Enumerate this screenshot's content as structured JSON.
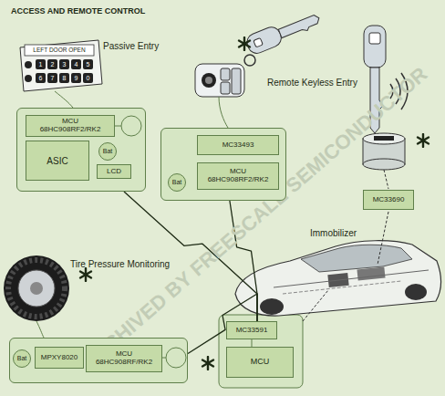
{
  "diagram": {
    "title": "ACCESS AND REMOTE CONTROL",
    "nodes": [
      {
        "text": [
          "Passive Entry"
        ]
      },
      {
        "text": [
          "MCU",
          "68HC908RF2/RK2"
        ],
        "in": 0
      },
      {
        "text": [
          "ASIC"
        ],
        "in": 0
      },
      {
        "text": [
          "Bat"
        ],
        "in": 0
      },
      {
        "text": [
          "LCD"
        ],
        "in": 0
      },
      {
        "text": [
          "Remote Keyless Entry"
        ]
      },
      {
        "text": [
          "MC33493"
        ],
        "in": 5
      },
      {
        "text": [
          "MCU",
          "68HC908RF2/RK2"
        ],
        "in": 5
      },
      {
        "text": [
          "Bat"
        ],
        "in": 5
      },
      {
        "text": [
          "MC33690"
        ]
      },
      {
        "text": [
          "Tire Pressure Monitoring"
        ]
      },
      {
        "text": [
          "Bat"
        ],
        "in": 10
      },
      {
        "text": [
          "MPXY8020"
        ],
        "in": 10
      },
      {
        "text": [
          "MCU",
          "68HC908RF/RK2"
        ],
        "in": 10
      },
      {
        "text": [
          "MC33591"
        ]
      },
      {
        "text": [
          "MCU"
        ]
      }
    ],
    "edges": [
      {
        "from": 0,
        "to": 14,
        "arrow": "none"
      },
      {
        "from": 5,
        "to": 14,
        "arrow": "none"
      },
      {
        "from": 10,
        "to": 14,
        "arrow": "none"
      }
    ],
    "labels": [
      "LEFT DOOR OPEN",
      "1",
      "2",
      "3",
      "4",
      "5",
      "6",
      "7",
      "8",
      "9",
      "0",
      "Immobilizer",
      "ARCHIVED BY FREESCALE SEMICONDUCTOR"
    ]
  }
}
